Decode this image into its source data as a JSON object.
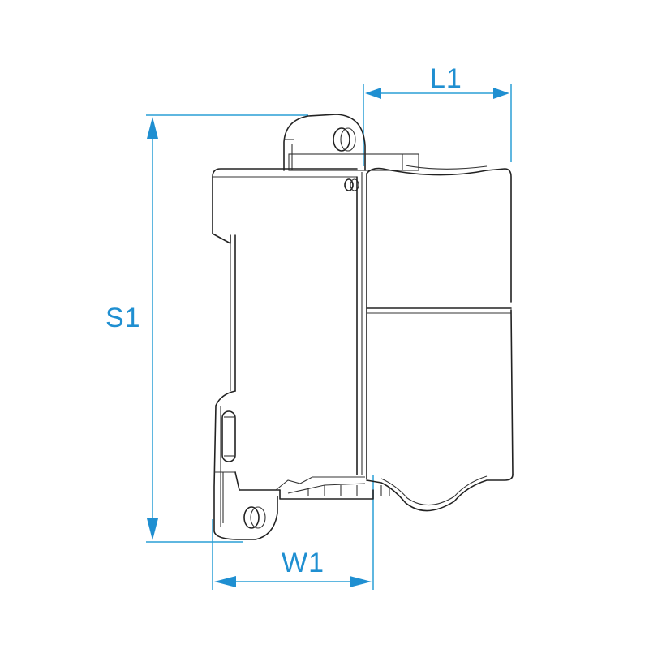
{
  "drawing": {
    "subject": "DIN-rail mounted enclosure side view with dimension callouts",
    "background": "#ffffff",
    "line_color": "#222222",
    "dimension_color": "#1f8fd1"
  },
  "dimensions": {
    "length": {
      "label": "L1",
      "orientation": "horizontal",
      "position": "top-right"
    },
    "height": {
      "label": "S1",
      "orientation": "vertical",
      "position": "left"
    },
    "width": {
      "label": "W1",
      "orientation": "horizontal",
      "position": "bottom"
    }
  }
}
